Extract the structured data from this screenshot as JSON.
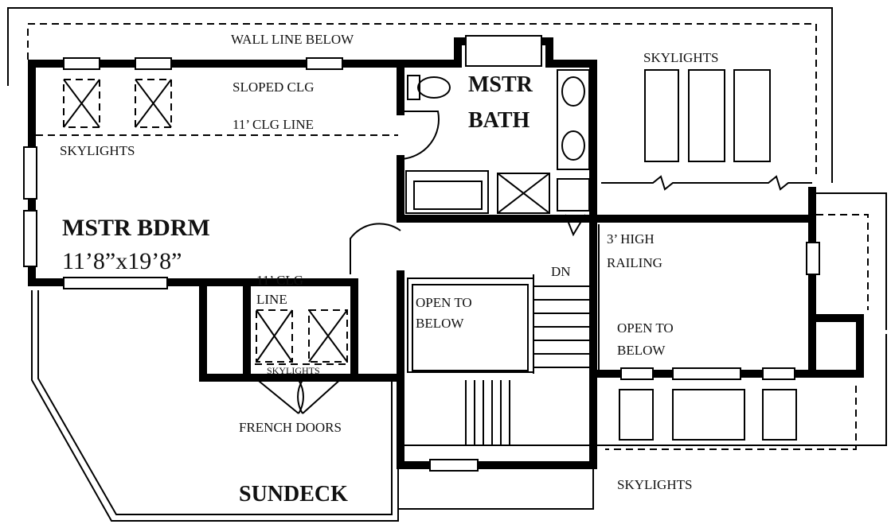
{
  "labels": {
    "wall_line_below": "WALL LINE BELOW",
    "sloped_clg": "SLOPED CLG",
    "clg_line_top": "11’ CLG LINE",
    "skylights_left": "SKYLIGHTS",
    "mstr_bath_1": "MSTR",
    "mstr_bath_2": "BATH",
    "skylights_top_right": "SKYLIGHTS",
    "mstr_bdrm": "MSTR BDRM",
    "mstr_bdrm_size": "11’8”x19’8”",
    "clg_line_mid_1": "11’ CLG",
    "clg_line_mid_2": "LINE",
    "skylights_small": "SKYLIGHTS",
    "french_doors": "FRENCH DOORS",
    "sundeck": "SUNDECK",
    "open_to_below_left_1": "OPEN TO",
    "open_to_below_left_2": "BELOW",
    "dn": "DN",
    "railing_1": "3’ HIGH",
    "railing_2": "RAILING",
    "open_to_below_right_1": "OPEN TO",
    "open_to_below_right_2": "BELOW",
    "skylights_bottom": "SKYLIGHTS"
  }
}
